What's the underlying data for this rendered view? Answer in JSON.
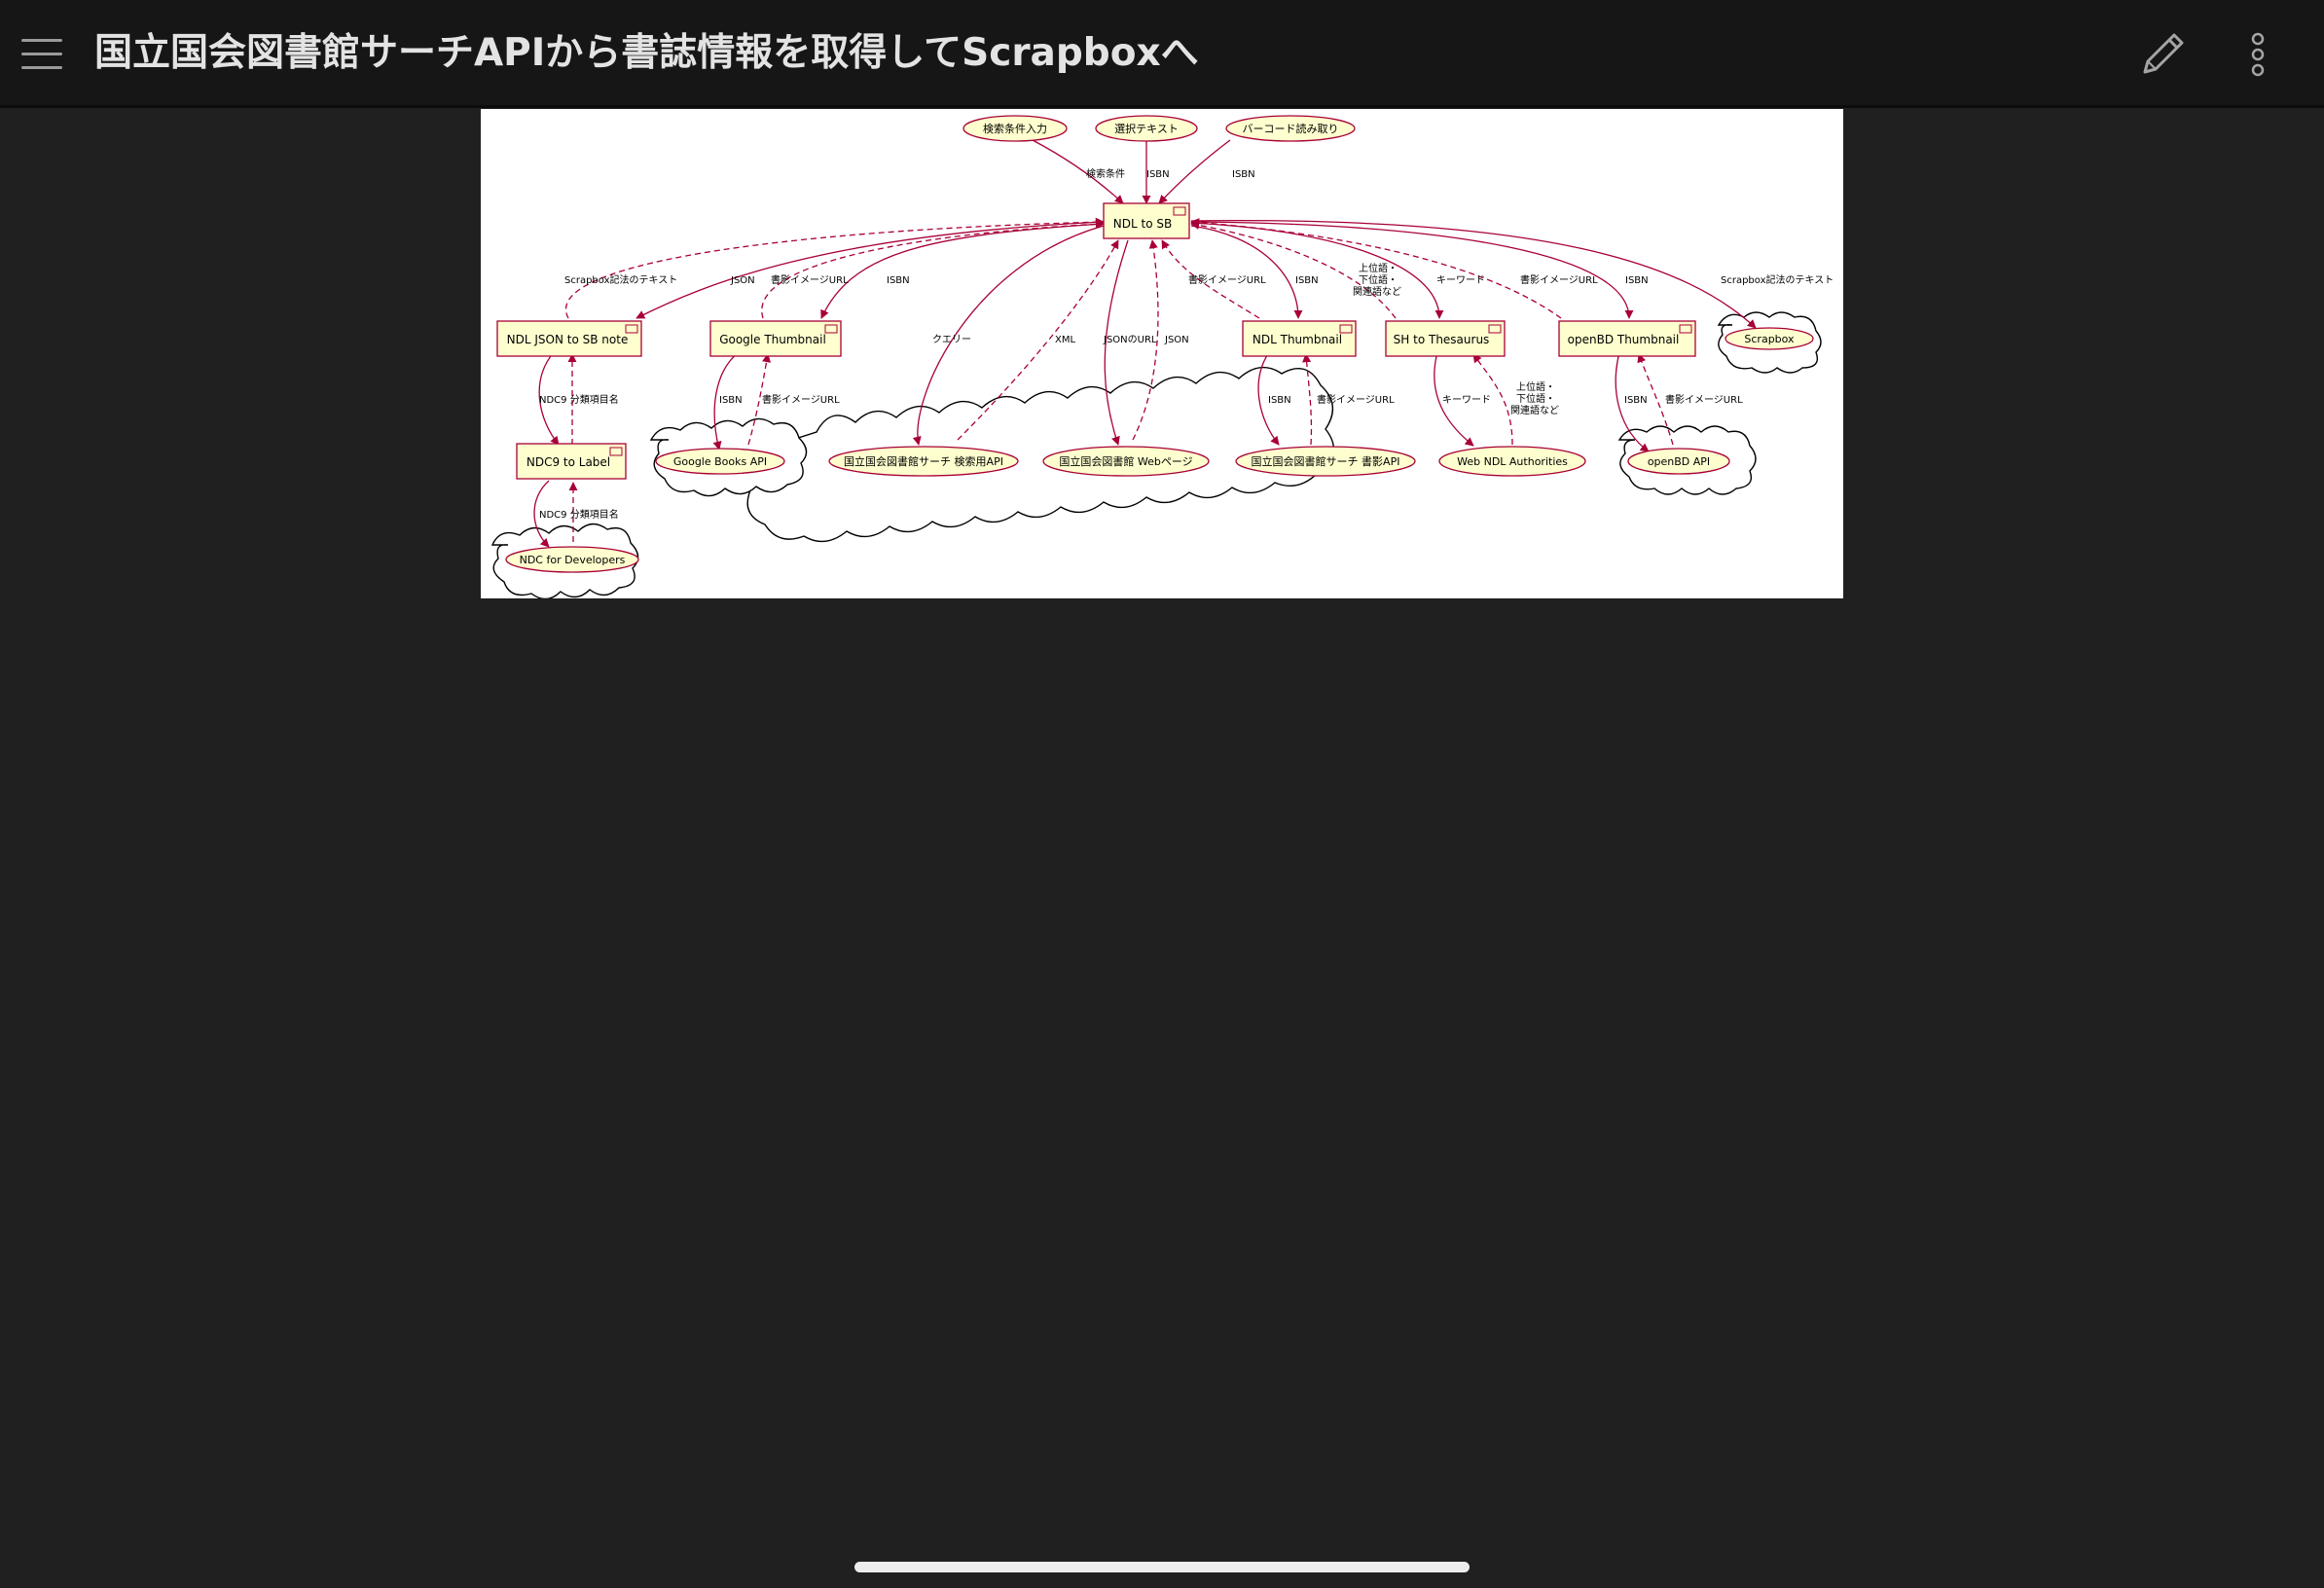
{
  "header": {
    "title": "国立国会図書館サーチAPIから書誌情報を取得してScrapboxへ",
    "menu_icon": "hamburger-menu-icon",
    "edit_icon": "pencil-icon",
    "more_icon": "vertical-ellipsis-icon"
  },
  "diagram": {
    "inputs": {
      "search": "検索条件入力",
      "selection": "選択テキスト",
      "barcode": "バーコード読み取り"
    },
    "components": {
      "ndl_to_sb": "NDL to SB",
      "ndl_json": "NDL JSON to SB note",
      "google_thumb": "Google Thumbnail",
      "ndc9_label": "NDC9 to Label",
      "ndl_thumb": "NDL Thumbnail",
      "sh_thesaurus": "SH to Thesaurus",
      "openbd_thumb": "openBD Thumbnail"
    },
    "clouds": {
      "scrapbox": "Scrapbox",
      "google_books": "Google Books API",
      "ndc_dev": "NDC for Developers",
      "openbd_api": "openBD API",
      "ndl_search_api": "国立国会図書館サーチ 検索用API",
      "ndl_web": "国立国会図書館 Webページ",
      "ndl_image_api": "国立国会図書館サーチ 書影API",
      "web_ndla": "Web NDL Authorities"
    },
    "labels": {
      "search_cond": "検索条件",
      "isbn": "ISBN",
      "sb_text": "Scrapbox記法のテキスト",
      "json": "JSON",
      "image_url": "書影イメージURL",
      "query": "クエリー",
      "xml": "XML",
      "json_url": "JSONのURL",
      "keyword": "キーワード",
      "rel_1": "上位語・",
      "rel_2": "下位語・",
      "rel_3": "関連語など",
      "ndc9_name": "NDC9 分類項目名"
    },
    "colors": {
      "node_fill": "#fefece",
      "line": "#a80036",
      "text": "#000000"
    }
  }
}
